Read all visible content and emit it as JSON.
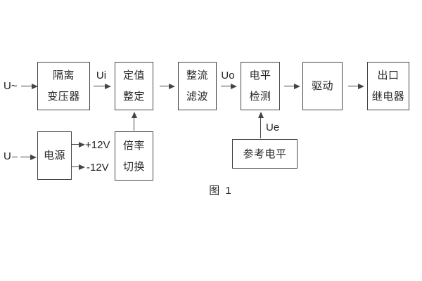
{
  "diagram": {
    "caption": "图 1",
    "inputs": {
      "ac_label": "U~",
      "dc_label": "U"
    },
    "signal_labels": {
      "ui": "Ui",
      "uo": "Uo",
      "ue": "Ue"
    },
    "power_rails": {
      "positive": "+12V",
      "negative": "-12V"
    },
    "blocks": {
      "isolation_transformer": {
        "line1": "隔离",
        "line2": "变压器"
      },
      "setting_adjust": {
        "line1": "定值",
        "line2": "整定"
      },
      "rectify_filter": {
        "line1": "整流",
        "line2": "滤波"
      },
      "level_detect": {
        "line1": "电平",
        "line2": "检测"
      },
      "drive": {
        "label": "驱动"
      },
      "output_relay": {
        "line1": "出口",
        "line2": "继电器"
      },
      "power_supply": {
        "label": "电源"
      },
      "ratio_switch": {
        "line1": "倍率",
        "line2": "切换"
      },
      "reference_level": {
        "label": "参考电平"
      }
    },
    "colors": {
      "line": "#454545",
      "text": "#262626",
      "background": "#ffffff"
    }
  }
}
